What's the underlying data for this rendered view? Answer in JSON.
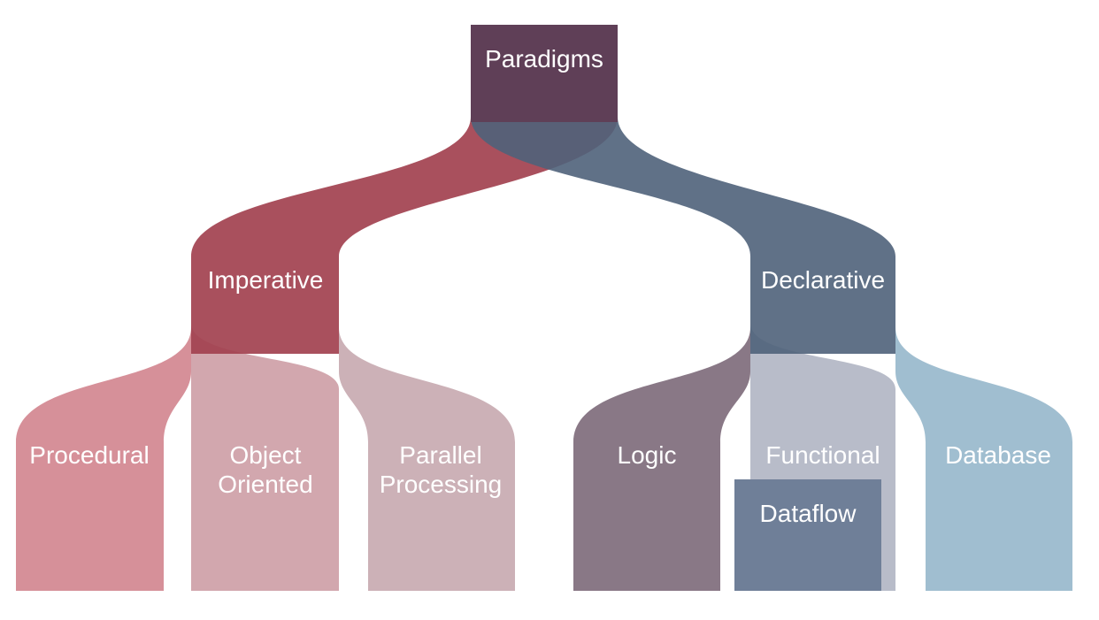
{
  "colors": {
    "root": "#5f3f57",
    "imperative": "#a2414f",
    "declarative": "#4f627a",
    "procedural": "#d28790",
    "object_oriented": "#cd9da5",
    "parallel_processing": "#c7a9af",
    "logic": "#83717f",
    "functional": "#b0b5c3",
    "database": "#9bbacd",
    "dataflow": "#6f7f98"
  },
  "nodes": {
    "root": {
      "label": "Paradigms"
    },
    "imperative": {
      "label": "Imperative"
    },
    "declarative": {
      "label": "Declarative"
    },
    "procedural": {
      "label": "Procedural"
    },
    "object_oriented": {
      "line1": "Object",
      "line2": "Oriented"
    },
    "parallel_processing": {
      "line1": "Parallel",
      "line2": "Processing"
    },
    "logic": {
      "label": "Logic"
    },
    "functional": {
      "label": "Functional"
    },
    "database": {
      "label": "Database"
    },
    "dataflow": {
      "label": "Dataflow"
    }
  }
}
